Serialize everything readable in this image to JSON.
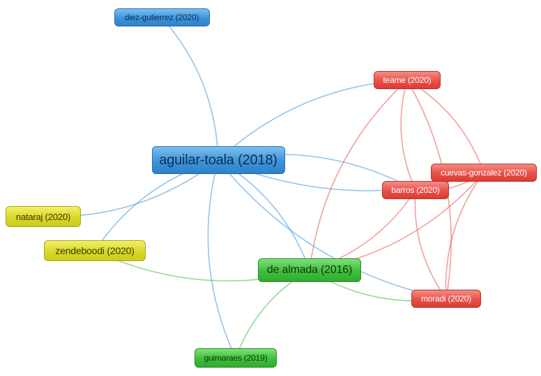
{
  "network": {
    "nodes": [
      {
        "id": "diez",
        "label": "diez-gutierrez (2020)",
        "cluster": "blue"
      },
      {
        "id": "aguilar",
        "label": "aguilar-toala (2018)",
        "cluster": "blue"
      },
      {
        "id": "teame",
        "label": "teame (2020)",
        "cluster": "red"
      },
      {
        "id": "cuevas",
        "label": "cuevas-gonzalez (2020)",
        "cluster": "red"
      },
      {
        "id": "barros",
        "label": "barros (2020)",
        "cluster": "red"
      },
      {
        "id": "moradi",
        "label": "moradi (2020)",
        "cluster": "red"
      },
      {
        "id": "nataraj",
        "label": "nataraj (2020)",
        "cluster": "yellow"
      },
      {
        "id": "zende",
        "label": "zendeboodi (2020)",
        "cluster": "yellow"
      },
      {
        "id": "almada",
        "label": "de almada (2016)",
        "cluster": "green"
      },
      {
        "id": "guimaraes",
        "label": "guimaraes (2019)",
        "cluster": "green"
      }
    ],
    "edges": [
      [
        "aguilar",
        "diez"
      ],
      [
        "aguilar",
        "teame"
      ],
      [
        "aguilar",
        "cuevas"
      ],
      [
        "aguilar",
        "barros"
      ],
      [
        "aguilar",
        "moradi"
      ],
      [
        "aguilar",
        "nataraj"
      ],
      [
        "aguilar",
        "zende"
      ],
      [
        "aguilar",
        "almada"
      ],
      [
        "aguilar",
        "guimaraes"
      ],
      [
        "teame",
        "cuevas"
      ],
      [
        "teame",
        "barros"
      ],
      [
        "teame",
        "moradi"
      ],
      [
        "teame",
        "almada"
      ],
      [
        "cuevas",
        "barros"
      ],
      [
        "cuevas",
        "moradi"
      ],
      [
        "cuevas",
        "almada"
      ],
      [
        "barros",
        "moradi"
      ],
      [
        "barros",
        "almada"
      ],
      [
        "almada",
        "moradi"
      ],
      [
        "almada",
        "zende"
      ],
      [
        "almada",
        "guimaraes"
      ]
    ],
    "colors": {
      "blue": "#3d93d9",
      "red": "#e85048",
      "green": "#3fbe3c",
      "yellow": "#d9d828"
    }
  }
}
